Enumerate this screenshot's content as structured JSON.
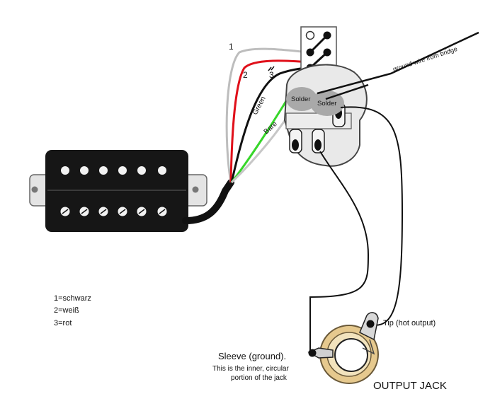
{
  "wire_numbers": {
    "n1": "1",
    "n2": "2",
    "n3": "3"
  },
  "pot_labels": {
    "solder_left": "Solder",
    "solder_right": "Solder"
  },
  "wire_labels": {
    "green": "Green",
    "bare": "Bare",
    "ground": "ground wire from bridge"
  },
  "jack_labels": {
    "tip": "Tip (hot output)",
    "sleeve": "Sleeve (ground).",
    "sleeve_desc_1": "This is the inner, circular",
    "sleeve_desc_2": "portion of the jack",
    "title": "OUTPUT JACK"
  },
  "legend": [
    "1=schwarz",
    "2=weiß",
    "3=rot"
  ],
  "colors": {
    "wire_black": "#111111",
    "wire_white": "#bdbdbd",
    "wire_red": "#e0101a",
    "wire_green": "#37d62a",
    "wire_bare": "#c7c7c7",
    "pickup_body": "#161616",
    "pot_body": "#e9e9e9",
    "solder_blob": "#a9a9a9",
    "jack_ring": "#e6c98e"
  }
}
